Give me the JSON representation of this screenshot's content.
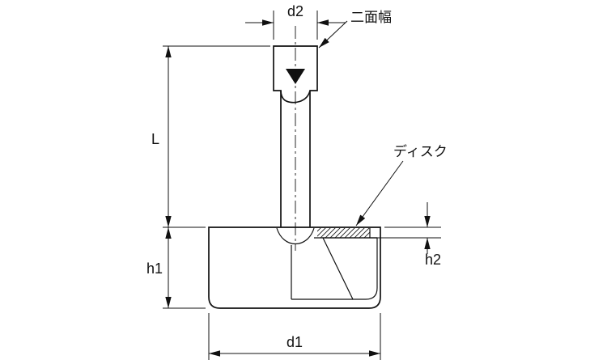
{
  "drawing": {
    "title": "adjuster-foot-dimension-drawing",
    "labels": {
      "d2": "d2",
      "flats": "二面幅",
      "length": "L",
      "disc": "ディスク",
      "h1": "h1",
      "h2": "h2",
      "d1": "d1"
    },
    "colors": {
      "ink": "#111111",
      "background": "#ffffff"
    }
  }
}
